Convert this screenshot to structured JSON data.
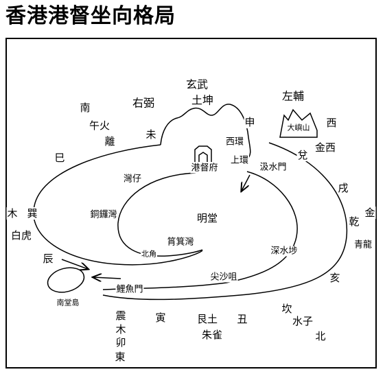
{
  "title": "香港港督坐向格局",
  "labels": {
    "xuanwu": "玄武",
    "tukun": "土坤",
    "youbi_top": "右弼",
    "zuofu": "左輔",
    "nan": "南",
    "wuhuo": "午火",
    "li": "離",
    "wei": "未",
    "shen": "申",
    "xi": "西",
    "jinxi": "金西",
    "dui": "兌",
    "xihuan": "西環",
    "shanghuan": "上環",
    "ganghdufu": "港督府",
    "jishuimen": "汲水門",
    "taipingshan": "大嶼山",
    "si": "巳",
    "wanzai": "灣仔",
    "xu": "戌",
    "jin": "金",
    "qian": "乾",
    "qinglong": "青龍",
    "mu": "木",
    "xun": "巽",
    "tongluowan": "銅鑼灣",
    "mingtang": "明堂",
    "baihu": "白虎",
    "ziwanxi": "筲箕灣",
    "shenshuibu": "深水埗",
    "beijiao": "北角",
    "chen": "辰",
    "jianshazui": "尖沙咀",
    "hai": "亥",
    "liyumen": "鯉魚門",
    "nantangdao": "南堂島",
    "kan": "坎",
    "shuizi": "水子",
    "bei": "北",
    "zhen": "震",
    "yin": "寅",
    "gentu": "艮土",
    "chou": "丑",
    "mu2": "木",
    "zhuque": "朱雀",
    "mao": "卯",
    "dong": "東"
  }
}
